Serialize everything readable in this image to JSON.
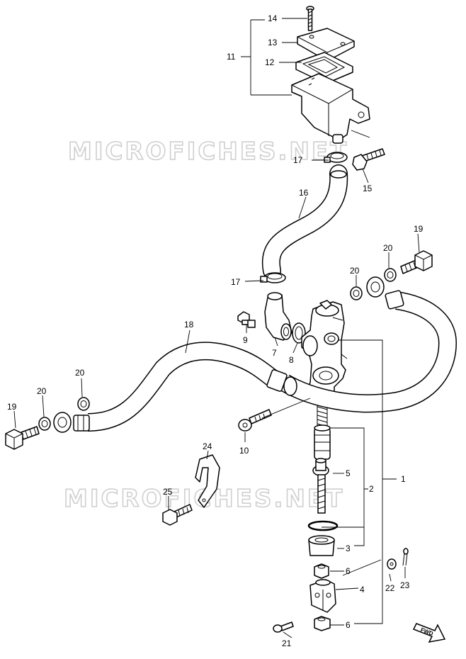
{
  "watermark": "MICROFICHES.NET",
  "fwd_label": "FWD",
  "callouts": {
    "c1": "1",
    "c2": "2",
    "c3": "3",
    "c4": "4",
    "c5": "5",
    "c6a": "6",
    "c6b": "6",
    "c7": "7",
    "c8": "8",
    "c9": "9",
    "c10": "10",
    "c11": "11",
    "c12": "12",
    "c13": "13",
    "c14": "14",
    "c15": "15",
    "c16": "16",
    "c17a": "17",
    "c17b": "17",
    "c18": "18",
    "c19a": "19",
    "c19b": "19",
    "c20a": "20",
    "c20b": "20",
    "c20c": "20",
    "c20d": "20",
    "c21": "21",
    "c22": "22",
    "c23": "23",
    "c24": "24",
    "c25": "25"
  }
}
